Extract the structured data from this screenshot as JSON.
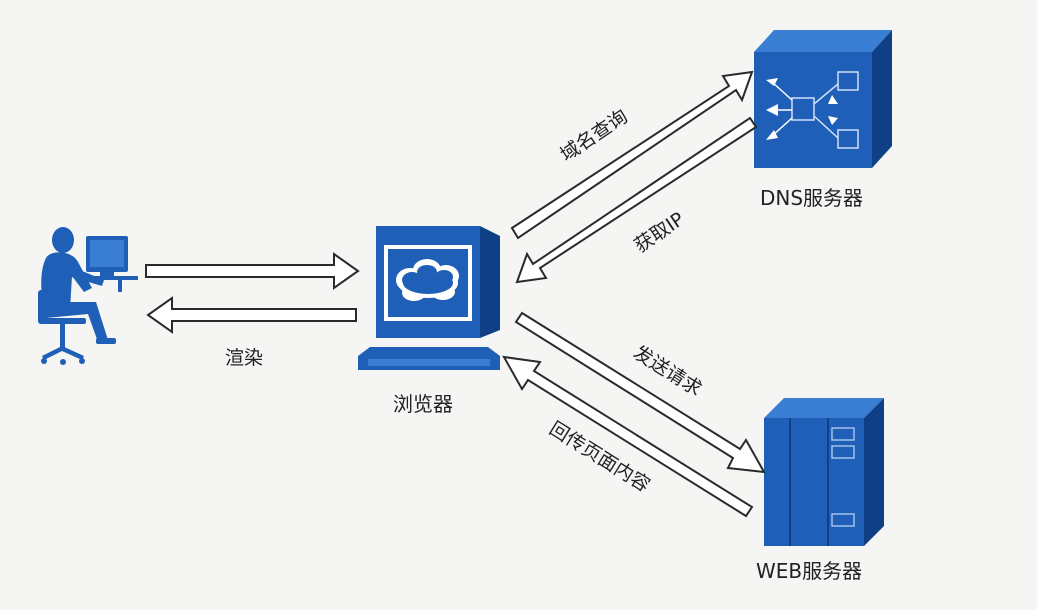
{
  "diagram": {
    "nodes": {
      "user": {
        "icon": "user-at-computer-icon"
      },
      "browser": {
        "label": "浏览器",
        "icon": "browser-monitor-icon"
      },
      "dns": {
        "label": "DNS服务器",
        "icon": "dns-server-icon"
      },
      "web": {
        "label": "WEB服务器",
        "icon": "web-server-icon"
      }
    },
    "edges": {
      "user_to_browser": {
        "label": "",
        "from": "user",
        "to": "browser"
      },
      "render": {
        "label": "渲染",
        "from": "browser",
        "to": "user"
      },
      "domain_query": {
        "label": "域名查询",
        "from": "browser",
        "to": "dns"
      },
      "get_ip": {
        "label": "获取IP",
        "from": "dns",
        "to": "browser"
      },
      "send_request": {
        "label": "发送请求",
        "from": "browser",
        "to": "web"
      },
      "return_page": {
        "label": "回传页面内容",
        "from": "web",
        "to": "browser"
      }
    },
    "colors": {
      "node_blue": "#1f5fb8",
      "node_blue_light": "#3a7ed4",
      "node_blue_dark": "#0f3f85",
      "arrow_stroke": "#2a2a2a",
      "arrow_fill": "#ffffff",
      "background": "#f5f5f4"
    }
  }
}
